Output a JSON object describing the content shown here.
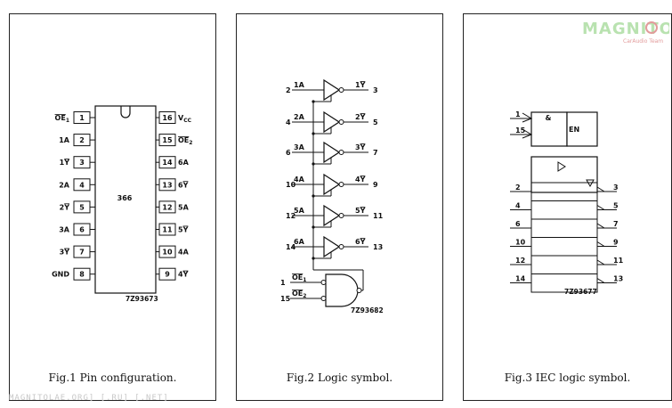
{
  "fig1": {
    "caption": "Fig.1 Pin configuration.",
    "chip_label": "366",
    "code": "7Z93673",
    "left_pins": [
      {
        "num": "1",
        "label": "OE1"
      },
      {
        "num": "2",
        "label": "1A"
      },
      {
        "num": "3",
        "label": "1Y"
      },
      {
        "num": "4",
        "label": "2A"
      },
      {
        "num": "5",
        "label": "2Y"
      },
      {
        "num": "6",
        "label": "3A"
      },
      {
        "num": "7",
        "label": "3Y"
      },
      {
        "num": "8",
        "label": "GND"
      }
    ],
    "right_pins": [
      {
        "num": "16",
        "label": "VCC"
      },
      {
        "num": "15",
        "label": "OE2"
      },
      {
        "num": "14",
        "label": "6A"
      },
      {
        "num": "13",
        "label": "6Y"
      },
      {
        "num": "12",
        "label": "5A"
      },
      {
        "num": "11",
        "label": "5Y"
      },
      {
        "num": "10",
        "label": "4A"
      },
      {
        "num": "9",
        "label": "4Y"
      }
    ]
  },
  "fig2": {
    "caption": "Fig.2 Logic symbol.",
    "code": "7Z93682",
    "buffers": [
      {
        "in_pin": "2",
        "in_label": "1A",
        "out_label": "1Y",
        "out_pin": "3"
      },
      {
        "in_pin": "4",
        "in_label": "2A",
        "out_label": "2Y",
        "out_pin": "5"
      },
      {
        "in_pin": "6",
        "in_label": "3A",
        "out_label": "3Y",
        "out_pin": "7"
      },
      {
        "in_pin": "10",
        "in_label": "4A",
        "out_label": "4Y",
        "out_pin": "9"
      },
      {
        "in_pin": "12",
        "in_label": "5A",
        "out_label": "5Y",
        "out_pin": "11"
      },
      {
        "in_pin": "14",
        "in_label": "6A",
        "out_label": "6Y",
        "out_pin": "13"
      }
    ],
    "enables": [
      {
        "pin": "1",
        "label": "OE1"
      },
      {
        "pin": "15",
        "label": "OE2"
      }
    ]
  },
  "fig3": {
    "caption": "Fig.3 IEC logic symbol.",
    "code": "7Z93677",
    "control_and": "&",
    "control_en": "EN",
    "control_inputs": [
      "1",
      "15"
    ],
    "rows": [
      {
        "in": "2",
        "out": "3"
      },
      {
        "in": "4",
        "out": "5"
      },
      {
        "in": "6",
        "out": "7"
      },
      {
        "in": "10",
        "out": "9"
      },
      {
        "in": "12",
        "out": "11"
      },
      {
        "in": "14",
        "out": "13"
      }
    ]
  },
  "watermark": {
    "brand": "MAGNITOLA",
    "sub": "CarAudio Team"
  },
  "footer": "MAGNITOLAE.ORG] [.RU] [.NET]",
  "colors": {
    "line": "#111111",
    "watermark_green": "#b9e2b0",
    "watermark_red": "#e29b9b",
    "footer_gray": "#c8c8c8"
  }
}
